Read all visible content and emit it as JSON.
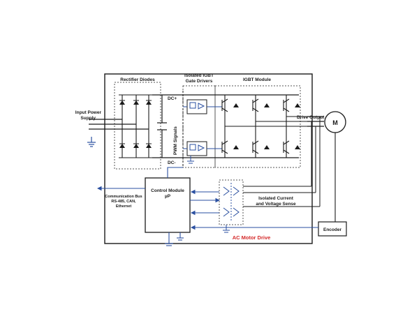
{
  "labels": {
    "rectifier_diodes": "Rectifier Diodes",
    "gate_drivers_line1": "Isolated IGBT",
    "gate_drivers_line2": "Gate Drivers",
    "igbt_module": "IGBT Module",
    "input_power_line1": "Input Power",
    "input_power_line2": "Supply",
    "dc_plus": "DC+",
    "dc_minus": "DC-",
    "pwm_signals": "PWM Signals",
    "drive_output": "Drive Output",
    "motor": "M",
    "comm_bus_line1": "Communication Bus",
    "comm_bus_line2": "RS-485, CAN,",
    "comm_bus_line3": "Ethernet",
    "control_module_line1": "Control Module",
    "control_module_line2": "µP",
    "isolated_sense_line1": "Isolated Current",
    "isolated_sense_line2": "and Voltage Sense",
    "encoder": "Encoder",
    "ac_motor_drive": "AC Motor Drive"
  },
  "colors": {
    "line": "#1a1a1a",
    "signal": "#2a4fa0",
    "title_accent": "#d42a2a"
  }
}
